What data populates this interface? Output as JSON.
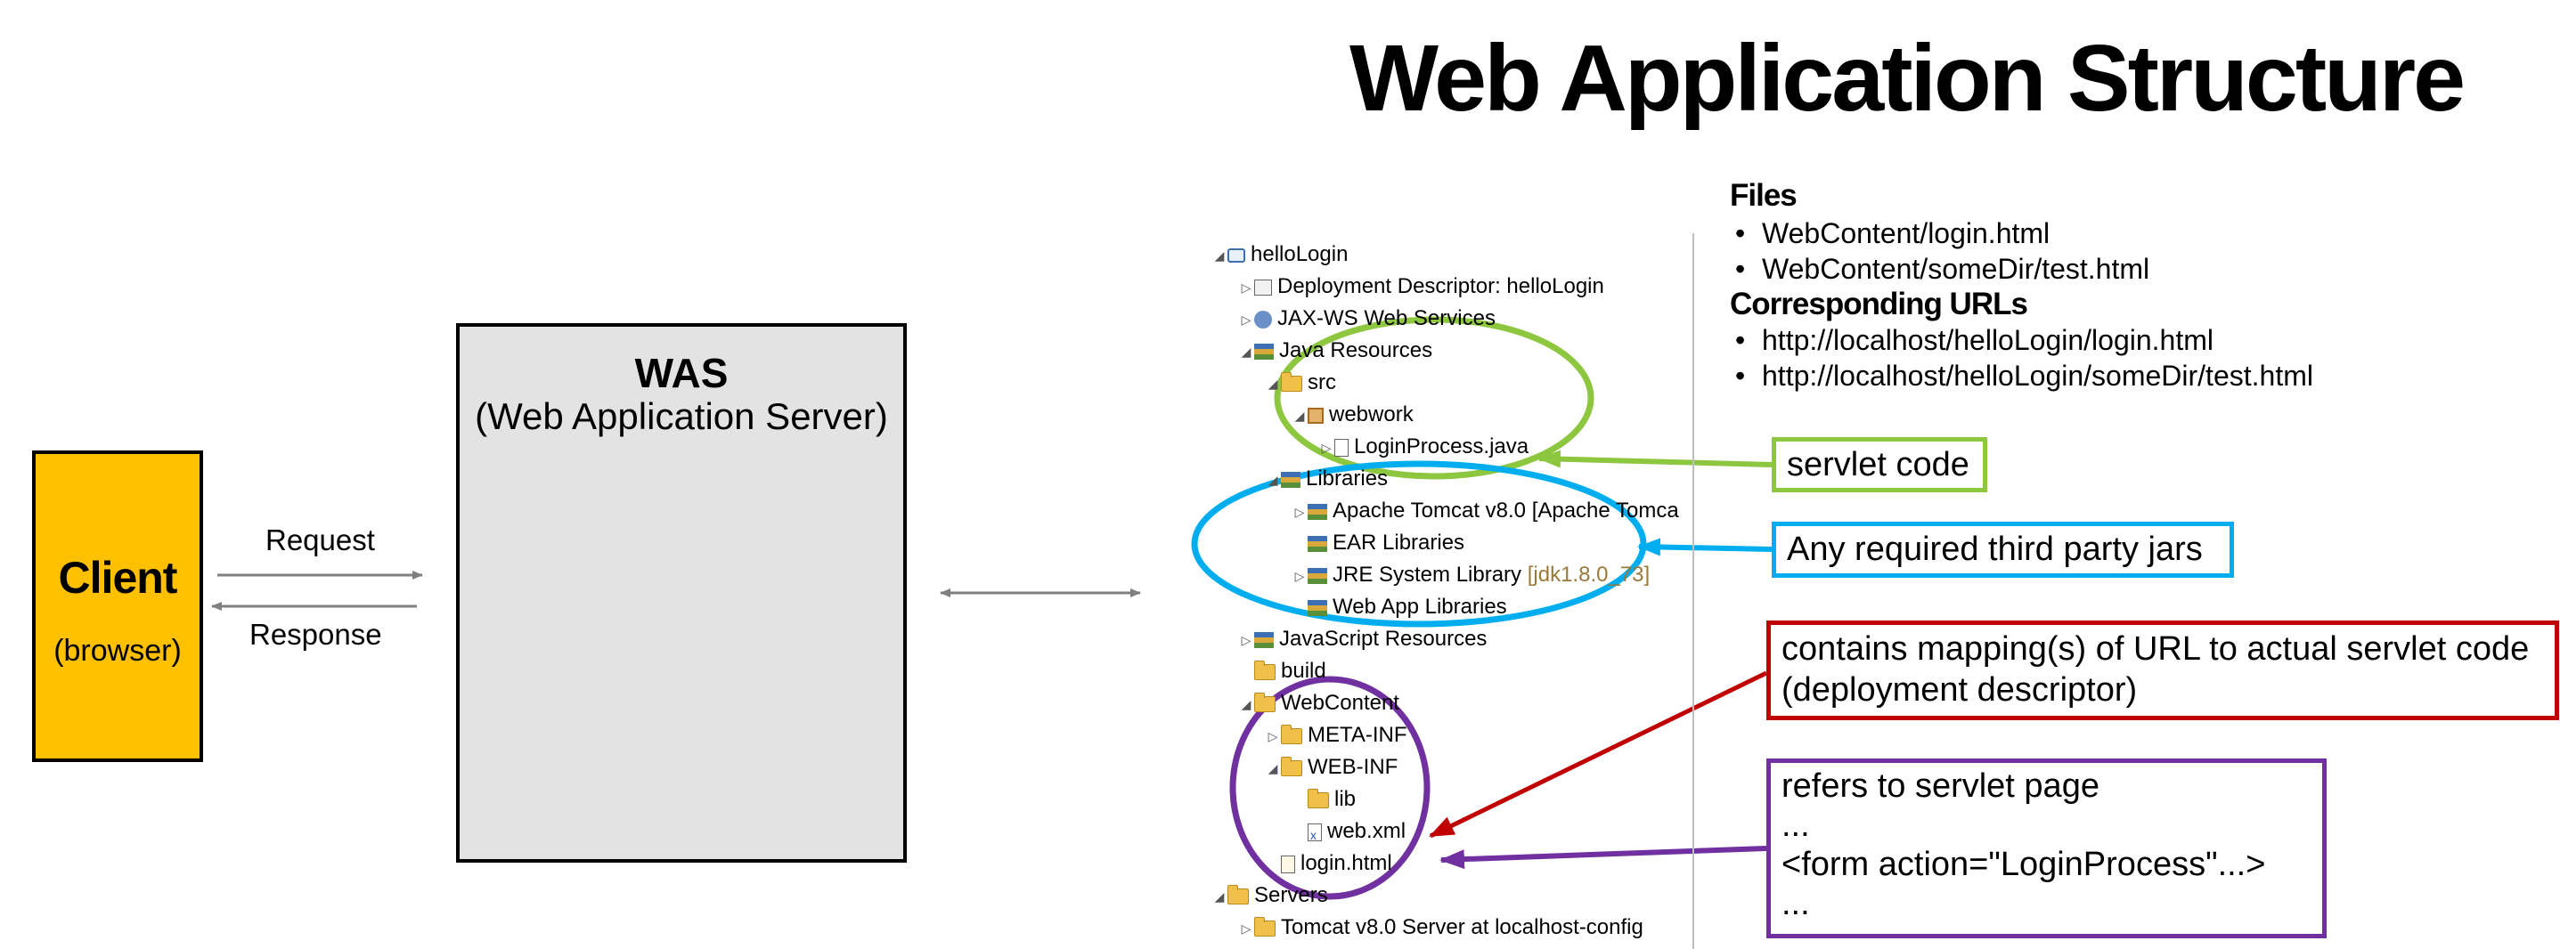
{
  "title": "Web Application Structure",
  "client": {
    "name": "Client",
    "subtitle": "(browser)"
  },
  "was": {
    "name": "WAS",
    "subtitle": "(Web Application Server)"
  },
  "arrows": {
    "request": "Request",
    "response": "Response"
  },
  "tree": [
    {
      "label": "helloLogin",
      "icon": "project-icon"
    },
    {
      "label": "Deployment Descriptor: helloLogin",
      "icon": "descriptor-icon"
    },
    {
      "label": "JAX-WS Web Services",
      "icon": "webservice-icon"
    },
    {
      "label": "Java Resources",
      "icon": "java-resources-icon"
    },
    {
      "label": "src",
      "icon": "folder-icon"
    },
    {
      "label": "webwork",
      "icon": "package-icon"
    },
    {
      "label": "LoginProcess.java",
      "icon": "java-file-icon"
    },
    {
      "label": "Libraries",
      "icon": "library-icon"
    },
    {
      "label": "Apache Tomcat v8.0 [Apache Tomca",
      "icon": "library-icon"
    },
    {
      "label": "EAR Libraries",
      "icon": "library-icon"
    },
    {
      "label": "JRE System Library",
      "icon": "library-icon",
      "suffix": "[jdk1.8.0_73]"
    },
    {
      "label": "Web App Libraries",
      "icon": "library-icon"
    },
    {
      "label": "JavaScript Resources",
      "icon": "library-icon"
    },
    {
      "label": "build",
      "icon": "folder-icon"
    },
    {
      "label": "WebContent",
      "icon": "folder-icon"
    },
    {
      "label": "META-INF",
      "icon": "folder-icon"
    },
    {
      "label": "WEB-INF",
      "icon": "folder-icon"
    },
    {
      "label": "lib",
      "icon": "folder-icon"
    },
    {
      "label": "web.xml",
      "icon": "xml-file-icon"
    },
    {
      "label": "login.html",
      "icon": "html-file-icon"
    },
    {
      "label": "Servers",
      "icon": "folder-icon"
    },
    {
      "label": "Tomcat v8.0 Server at localhost-config",
      "icon": "folder-icon"
    }
  ],
  "info": {
    "files_heading": "Files",
    "files": [
      "WebContent/login.html",
      "WebContent/someDir/test.html"
    ],
    "urls_heading": "Corresponding URLs",
    "urls": [
      "http://localhost/helloLogin/login.html",
      "http://localhost/helloLogin/someDir/test.html"
    ]
  },
  "callouts": {
    "servlet": "servlet code",
    "jars": "Any required third party jars",
    "mapping": [
      "contains mapping(s) of URL to actual servlet code",
      "(deployment descriptor)"
    ],
    "refers": [
      "refers to servlet page",
      "...",
      "<form action=\"LoginProcess\"...>",
      "..."
    ]
  },
  "colors": {
    "client_fill": "#FFC000",
    "was_fill": "#E3E3E3",
    "servlet": "#8DC63F",
    "jars": "#00AEEF",
    "mapping": "#C00000",
    "refers": "#7030A0"
  }
}
